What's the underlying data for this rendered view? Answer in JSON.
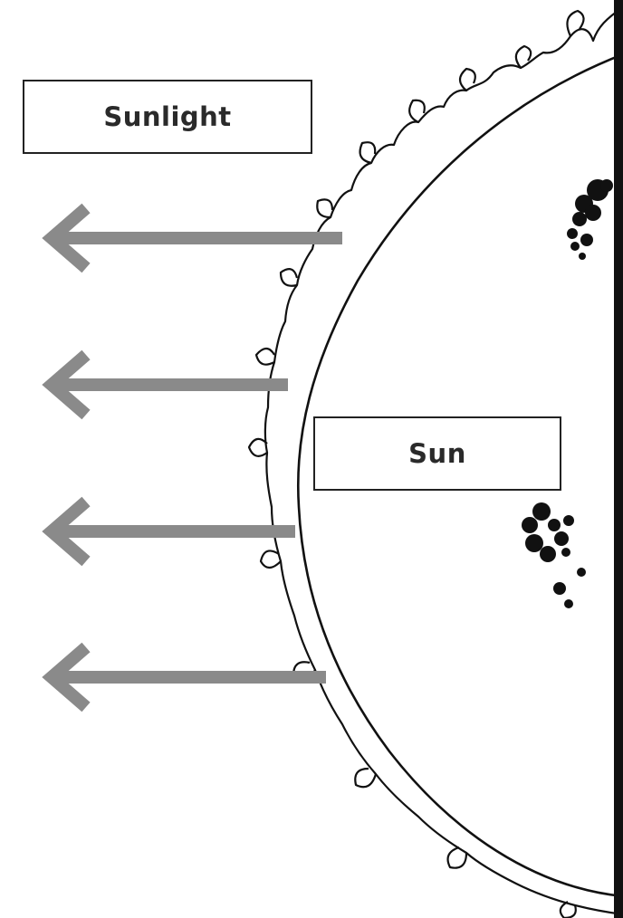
{
  "labels": {
    "sunlight": "Sunlight",
    "sun": "Sun"
  },
  "colors": {
    "arrow": "#8a8a8a",
    "outline": "#111111",
    "background": "#ffffff"
  },
  "elements": {
    "arrow_count": 4,
    "arrow_direction": "left",
    "sunspot_clusters": 2
  }
}
